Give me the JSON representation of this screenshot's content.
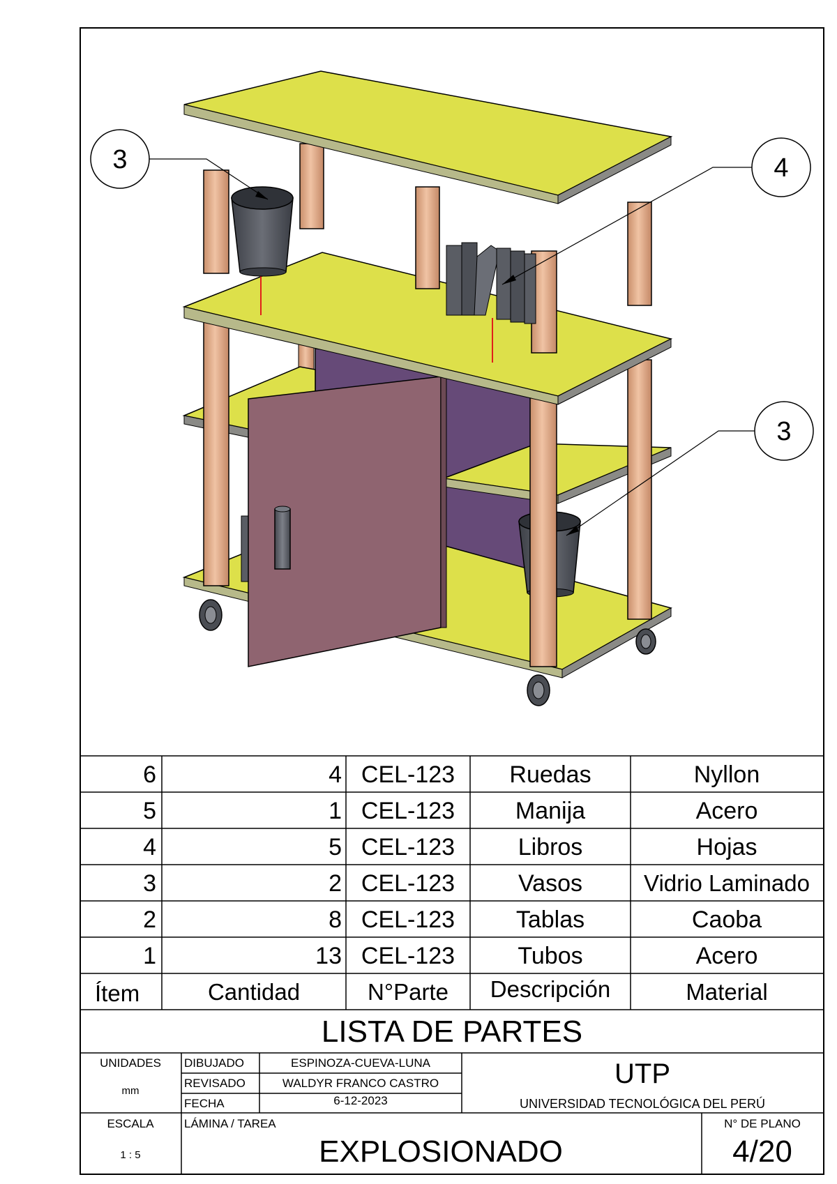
{
  "drawing": {
    "balloons": [
      {
        "number": "3"
      },
      {
        "number": "4"
      },
      {
        "number": "3"
      }
    ]
  },
  "parts_table": {
    "headers": [
      "Ítem",
      "Cantidad",
      "N°Parte",
      "Descripción",
      "Material"
    ],
    "rows": [
      {
        "item": "6",
        "cantidad": "4",
        "parte": "CEL-123",
        "descripcion": "Ruedas",
        "material": "Nyllon"
      },
      {
        "item": "5",
        "cantidad": "1",
        "parte": "CEL-123",
        "descripcion": "Manija",
        "material": "Acero"
      },
      {
        "item": "4",
        "cantidad": "5",
        "parte": "CEL-123",
        "descripcion": "Libros",
        "material": "Hojas"
      },
      {
        "item": "3",
        "cantidad": "2",
        "parte": "CEL-123",
        "descripcion": "Vasos",
        "material": "Vidrio Laminado"
      },
      {
        "item": "2",
        "cantidad": "8",
        "parte": "CEL-123",
        "descripcion": "Tablas",
        "material": "Caoba"
      },
      {
        "item": "1",
        "cantidad": "13",
        "parte": "CEL-123",
        "descripcion": "Tubos",
        "material": "Acero"
      }
    ],
    "title": "LISTA DE PARTES"
  },
  "title_block": {
    "unidades_label": "UNIDADES",
    "unidades_value": "mm",
    "dibujado_label": "DIBUJADO",
    "dibujado_value": "ESPINOZA-CUEVA-LUNA",
    "revisado_label": "REVISADO",
    "revisado_value": "WALDYR FRANCO CASTRO",
    "fecha_label": "FECHA",
    "fecha_value": "6-12-2023",
    "org_short": "UTP",
    "org_full": "UNIVERSIDAD TECNOLÓGICA DEL PERÚ",
    "escala_label": "ESCALA",
    "escala_value": "1 : 5",
    "lamina_label": "LÁMINA / TAREA",
    "lamina_value": "EXPLOSIONADO",
    "plano_label": "N° DE PLANO",
    "plano_value": "4/20"
  },
  "colors": {
    "board_top": "#dde04a",
    "board_edge": "#8a8a86",
    "tube_light": "#e6b493",
    "tube_dark": "#c9916d",
    "door": "#8f6470",
    "cabinet_back": "#664a78",
    "glass_body": "#53565e",
    "books": "#5a5d64",
    "handle": "#5a5d64",
    "line": "#000000",
    "leader_red": "#e0201a"
  }
}
